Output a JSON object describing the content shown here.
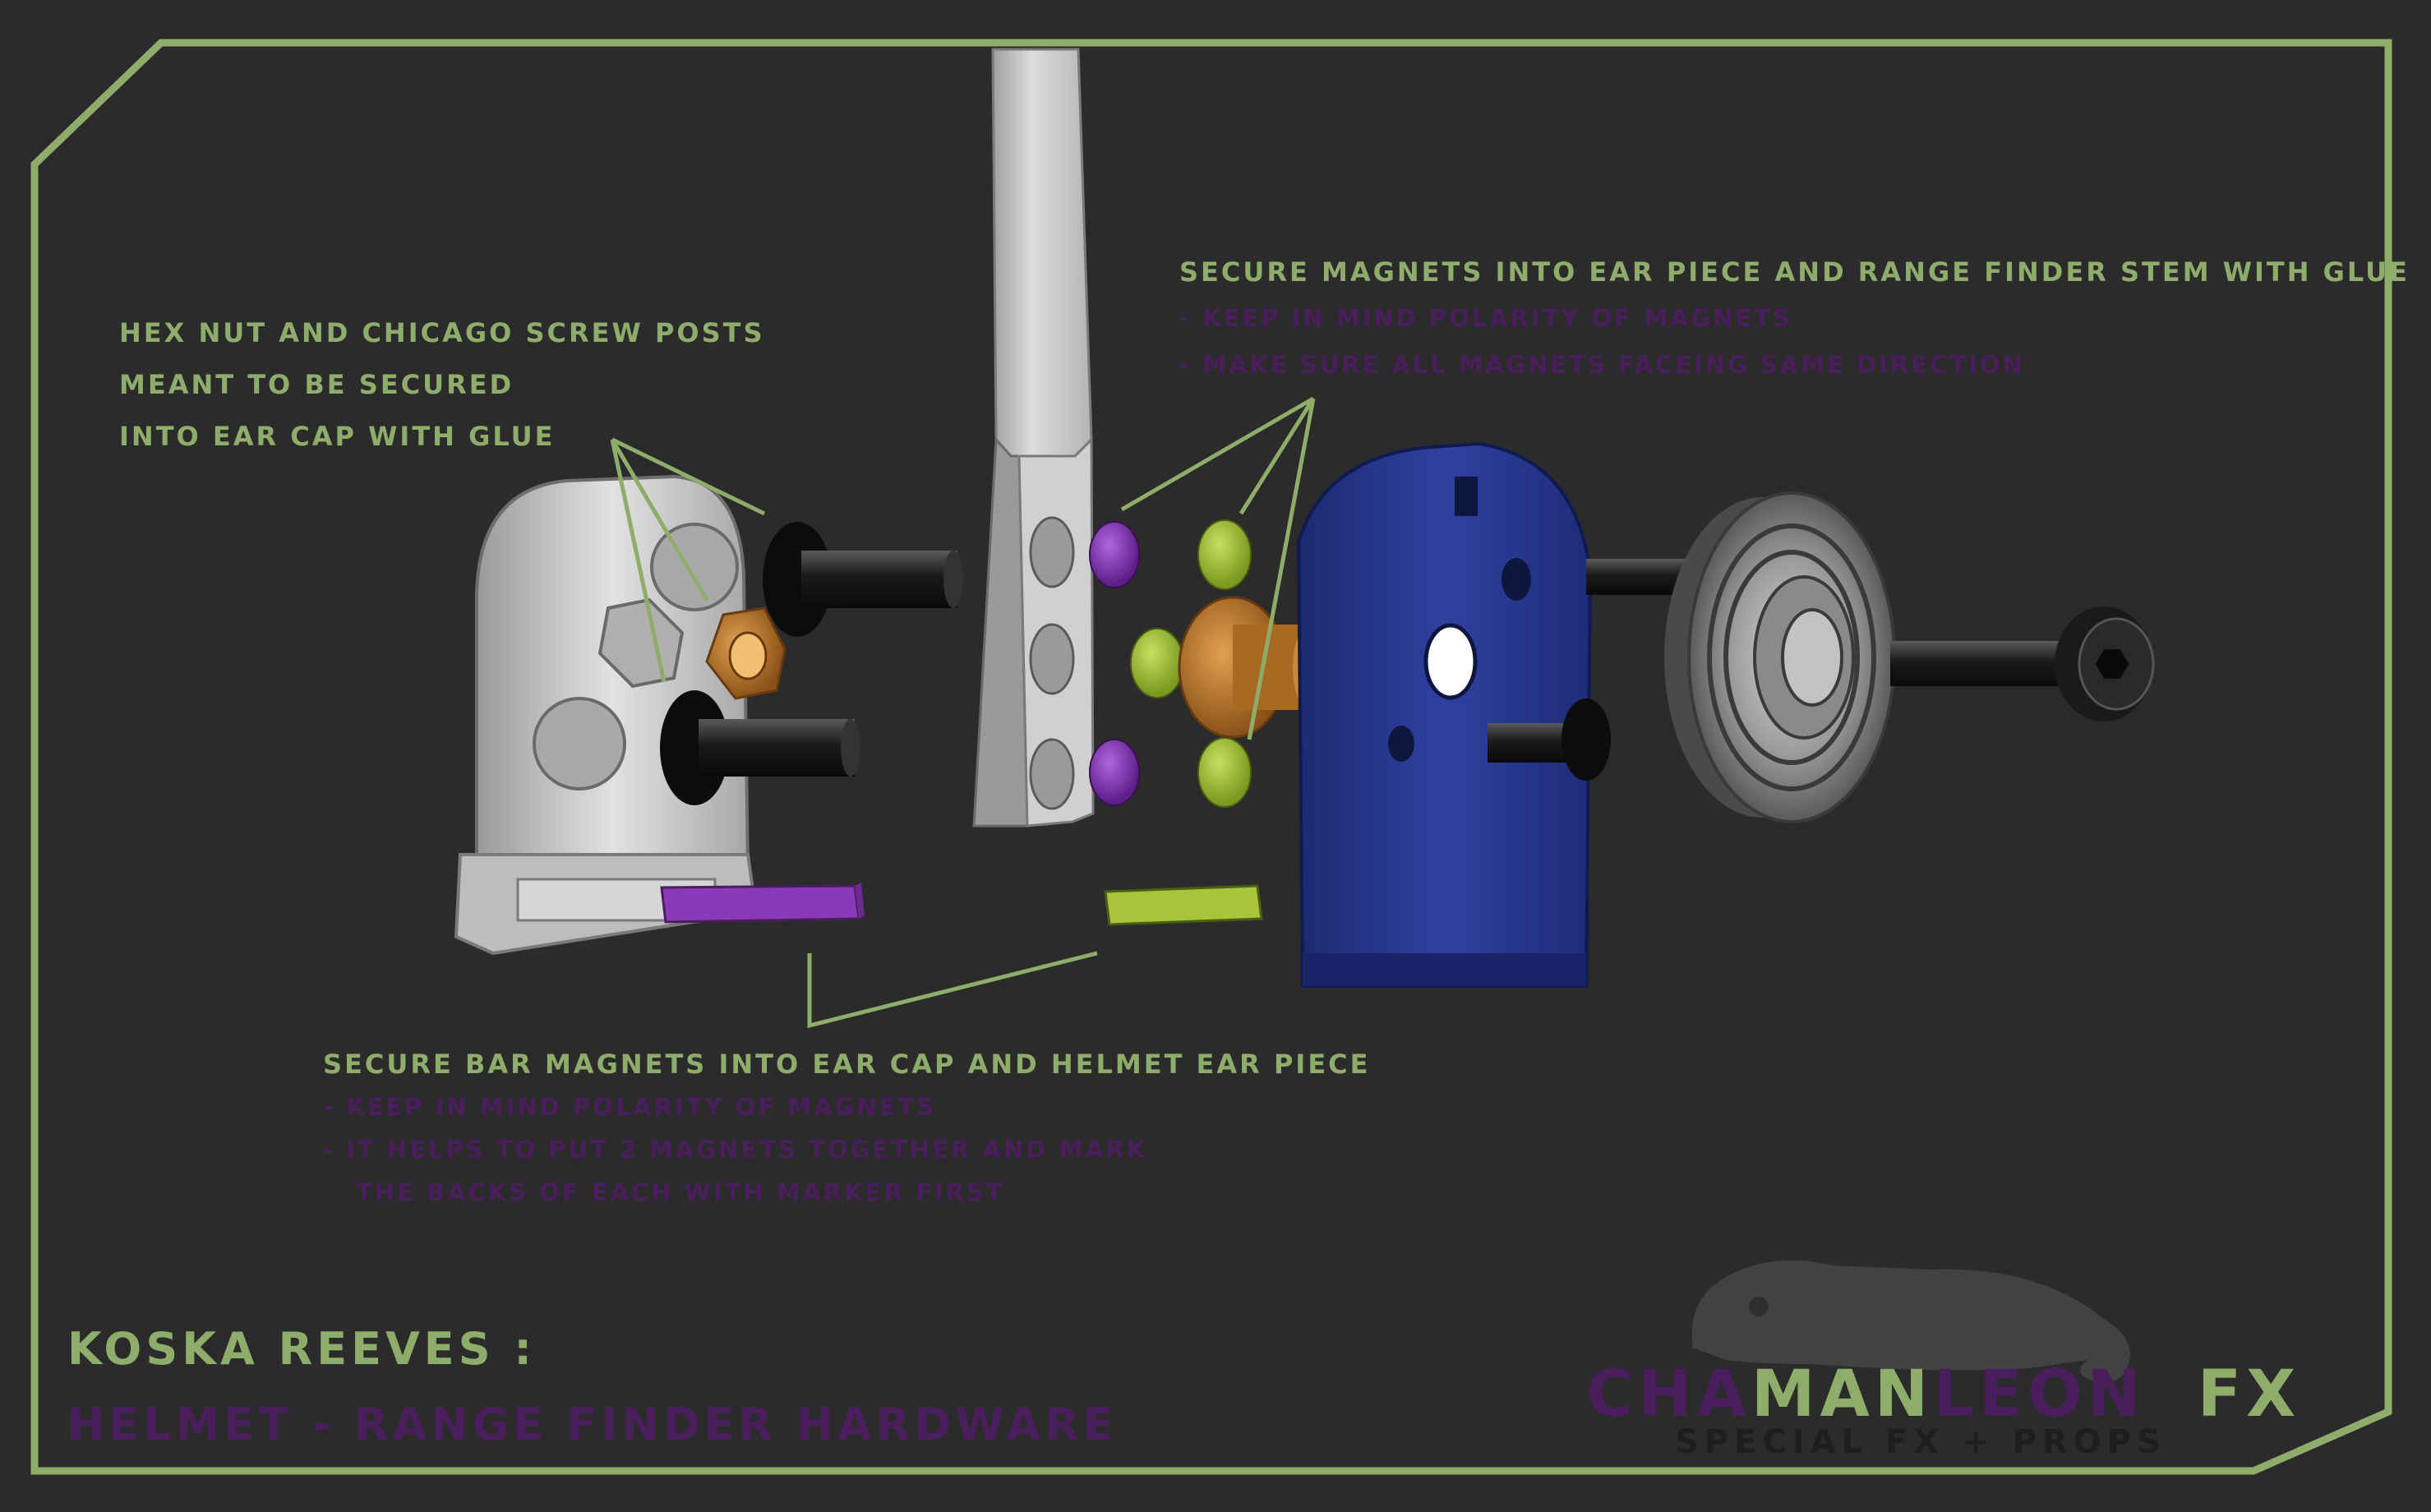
{
  "colors": {
    "background": "#2b2b2b",
    "frame": "#8fad6a",
    "annotation_green": "#8fad6a",
    "annotation_purple": "#4a1d5c",
    "blue_part": "#2a3a8a",
    "grey_part": "#c8c8c8",
    "orange_part": "#c07a2a",
    "lime_part": "#a9c43a",
    "magenta_part": "#8a3ab8"
  },
  "notes": {
    "hex_nut": {
      "lines": [
        "HEX NUT AND CHICAGO SCREW POSTS",
        "MEANT TO BE SECURED",
        "INTO EAR CAP WITH GLUE"
      ]
    },
    "magnets": {
      "heading": "SECURE MAGNETS INTO EAR PIECE AND RANGE FINDER STEM WITH GLUE",
      "points": [
        "- KEEP IN MIND POLARITY OF MAGNETS",
        "- MAKE SURE ALL MAGNETS FACEING SAME DIRECTION"
      ]
    },
    "bar_magnets": {
      "heading": "SECURE BAR MAGNETS INTO EAR CAP AND HELMET EAR PIECE",
      "points": [
        "- KEEP IN MIND POLARITY OF MAGNETS",
        "- IT HELPS TO PUT 2 MAGNETS TOGETHER AND MARK",
        "THE BACKS OF EACH WITH MARKER FIRST"
      ]
    }
  },
  "title": {
    "line1": "KOSKA REEVES :",
    "line2": "HELMET - RANGE FINDER HARDWARE"
  },
  "brand": {
    "part1": "CHA",
    "part2": "MAN",
    "part3": "LEON",
    "part4": "FX",
    "tagline": "SPECIAL FX + PROPS",
    "mascot_icon": "chameleon-icon"
  }
}
